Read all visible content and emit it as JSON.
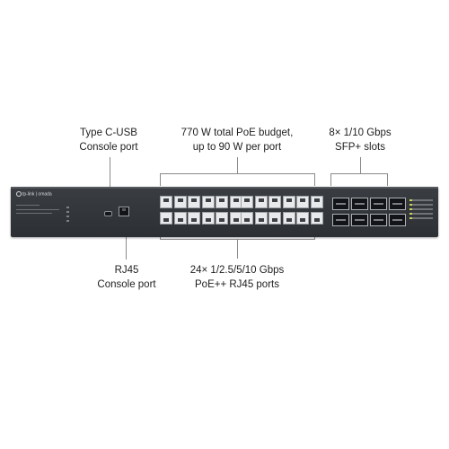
{
  "callouts": {
    "type_c": [
      "Type C-USB",
      "Console port"
    ],
    "poe_budget": [
      "770 W total PoE budget,",
      "up to 90 W per port"
    ],
    "sfp": [
      "8×  1/10 Gbps",
      "SFP+ slots"
    ],
    "rj45_console": [
      "RJ45",
      "Console port"
    ],
    "rj45_ports": [
      "24×  1/2.5/5/10 Gbps",
      "PoE++ RJ45 ports"
    ]
  },
  "device": {
    "brand": "tp-link | omada",
    "accent": "#c8d55a",
    "body_color": "#33373b"
  }
}
